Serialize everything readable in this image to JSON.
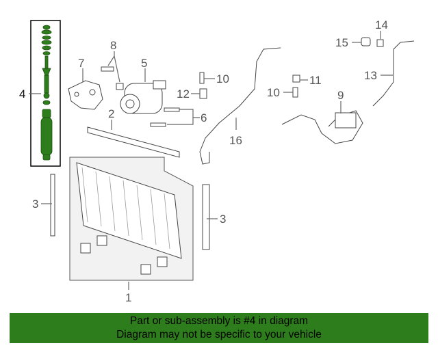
{
  "callouts": {
    "c1": "1",
    "c2": "2",
    "c3a": "3",
    "c3b": "3",
    "c4": "4",
    "c5": "5",
    "c6": "6",
    "c7": "7",
    "c8": "8",
    "c9": "9",
    "c10a": "10",
    "c10b": "10",
    "c11": "11",
    "c12": "12",
    "c13": "13",
    "c14": "14",
    "c15": "15",
    "c16": "16"
  },
  "highlight_color": "#2e7d1c",
  "banner": {
    "line1": "Part or sub-assembly is #4 in diagram",
    "line2": "Diagram may not be specific to your vehicle"
  }
}
